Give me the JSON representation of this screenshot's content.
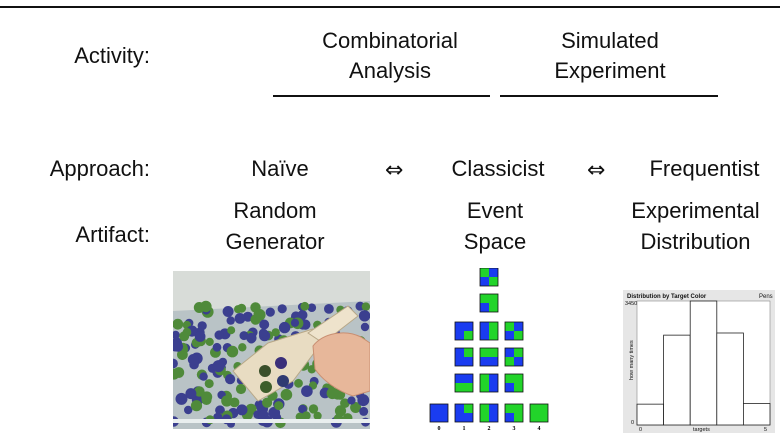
{
  "rows": {
    "activity": {
      "label": "Activity:",
      "col1_line1": "Combinatorial",
      "col1_line2": "Analysis",
      "col2_line1": "Simulated",
      "col2_line2": "Experiment"
    },
    "approach": {
      "label": "Approach:",
      "naive": "Naïve",
      "classicist": "Classicist",
      "frequentist": "Frequentist",
      "arrow_symbol": "⇔"
    },
    "artifact": {
      "label": "Artifact:",
      "col1_line1": "Random",
      "col1_line2": "Generator",
      "col2_line1": "Event",
      "col2_line2": "Space",
      "col3_line1": "Experimental",
      "col3_line2": "Distribution"
    }
  },
  "event_space": {
    "axis_labels": [
      "0",
      "1",
      "2",
      "3",
      "4"
    ],
    "colors": {
      "blue": "#1a3cf0",
      "green": "#22d42a"
    }
  },
  "histogram": {
    "title": "Distribution by Target Color",
    "tab": "Pens",
    "ylabel": "how many times",
    "xlabel": "targets",
    "ymax_label": "3450",
    "ymin_label": "0",
    "xmin_label": "0",
    "xmax_label": "5"
  },
  "chart_data": {
    "type": "bar",
    "title": "Distribution by Target Color",
    "xlabel": "targets",
    "ylabel": "how many times",
    "categories": [
      "0",
      "1",
      "2",
      "3",
      "4"
    ],
    "values": [
      580,
      2500,
      3450,
      2560,
      600
    ],
    "ylim": [
      0,
      3450
    ],
    "xlim": [
      0,
      5
    ]
  }
}
